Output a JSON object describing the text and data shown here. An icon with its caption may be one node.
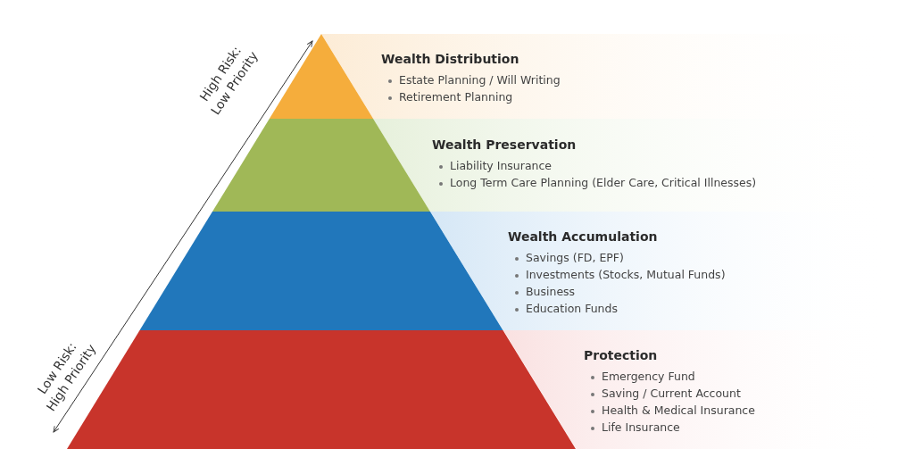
{
  "diagram": {
    "nodes": [
      {
        "text": [
          "Wealth Distribution",
          "Estate Planning / Will Writing",
          "Retirement Planning"
        ]
      },
      {
        "text": [
          "Wealth Preservation",
          "Liability Insurance",
          "Long Term Care Planning (Elder Care, Critical Illnesses)"
        ]
      },
      {
        "text": [
          "Wealth Accumulation",
          "Savings (FD, EPF)",
          "Investments (Stocks, Mutual Funds)",
          "Business",
          "Education Funds"
        ]
      },
      {
        "text": [
          "Protection",
          "Emergency Fund",
          "Saving / Current Account",
          "Health & Medical Insurance",
          "Life Insurance"
        ]
      }
    ],
    "edges": [],
    "labels": [
      "High Risk: Low Priority",
      "Low Risk: High Priority"
    ]
  }
}
